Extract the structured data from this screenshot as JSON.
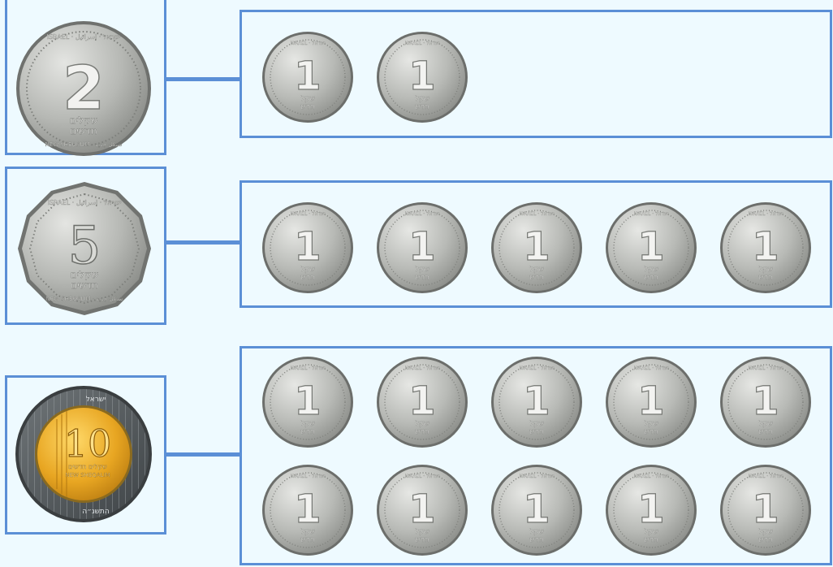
{
  "colors": {
    "border": "#5b8fd6",
    "background": "#eefaff",
    "silver": "#b9bbb7",
    "gold": "#e3a62a"
  },
  "rows": [
    {
      "big_coin": {
        "value": "2",
        "unit_line1": "שקלים",
        "unit_line2": "חדשים",
        "rim_text_top": "ISRAEL · ישראל · إسرائيل",
        "rim_text_bottom": "NEW SHEQALIM · شيكل جديد",
        "shape": "round"
      },
      "small_coin_count": 2,
      "equivalent_in_one_shekel": 2
    },
    {
      "big_coin": {
        "value": "5",
        "unit_line1": "שקלים",
        "unit_line2": "חדשים",
        "rim_text_top": "ISRAEL · ישראל · إسرائيل",
        "rim_text_bottom": "NEW SHEQALIM · شيكل جديد",
        "shape": "12-sided"
      },
      "small_coin_count": 5,
      "equivalent_in_one_shekel": 5
    },
    {
      "big_coin": {
        "value": "10",
        "unit_line1": "שקלים חדשים",
        "unit_line2": "NEW SHEQALIM",
        "rim_text_top": "ישראל",
        "rim_text_bottom": "התשנ״ה",
        "shape": "bimetallic"
      },
      "small_coin_count": 10,
      "equivalent_in_one_shekel": 10
    }
  ],
  "small_coin": {
    "value": "1",
    "unit_line1": "שקל",
    "unit_line2": "חדש",
    "rim_text": "ISRAEL · ישראל"
  }
}
